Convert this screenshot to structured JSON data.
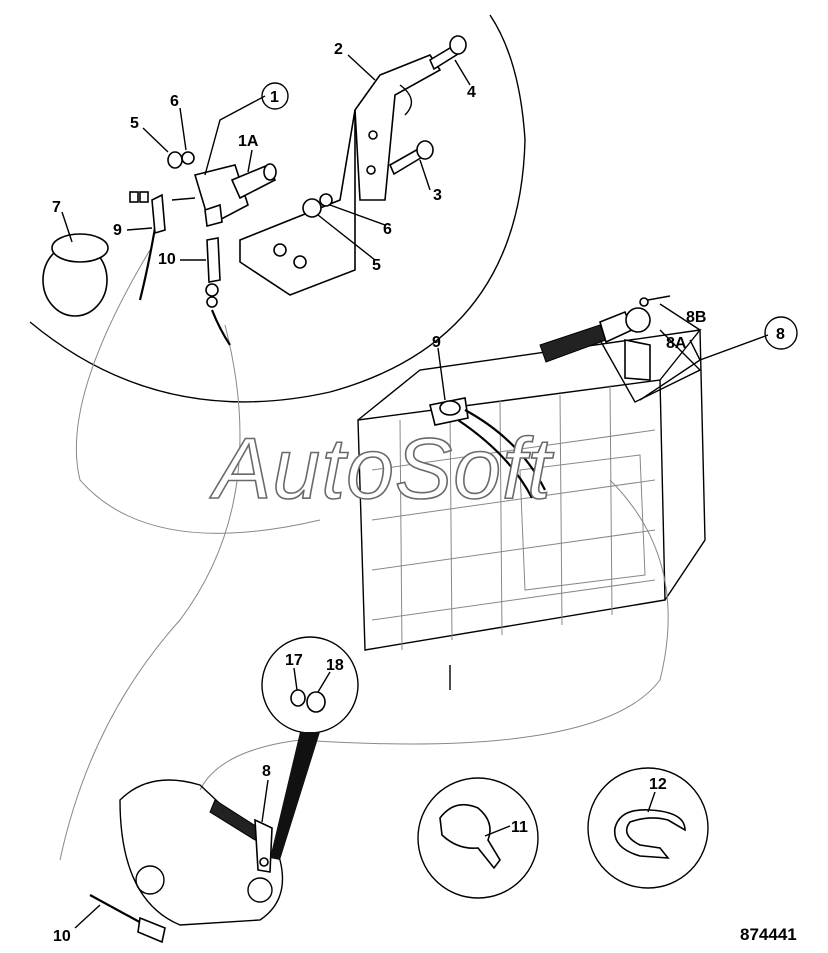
{
  "watermark": "AutoSoft",
  "drawing_number": "874441",
  "callouts": {
    "c1": "1",
    "c1a": "1A",
    "c2": "2",
    "c3": "3",
    "c4": "4",
    "c5a": "5",
    "c6a": "6",
    "c6b": "6",
    "c5b": "5",
    "c7": "7",
    "c9a": "9",
    "c10a": "10",
    "c9b": "9",
    "c8": "8",
    "c8a": "8A",
    "c8b": "8B",
    "c17": "17",
    "c18": "18",
    "c8c": "8",
    "c11": "11",
    "c12": "12",
    "c10b": "10"
  }
}
